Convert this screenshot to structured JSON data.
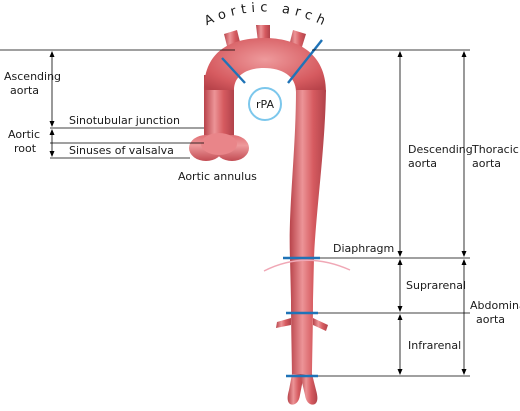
{
  "labels": {
    "aortic_arch": "Aortic arch",
    "ascending_aorta_1": "Ascending",
    "ascending_aorta_2": "aorta",
    "sinotubular_junction": "Sinotubular junction",
    "aortic_root_1": "Aortic",
    "aortic_root_2": "root",
    "sinuses_of_valsalva": "Sinuses of valsalva",
    "aortic_annulus": "Aortic annulus",
    "rpa": "rPA",
    "descending_aorta_1": "Descending",
    "descending_aorta_2": "aorta",
    "thoracic_aorta_1": "Thoracic",
    "thoracic_aorta_2": "aorta",
    "diaphragm": "Diaphragm",
    "suprarenal": "Suprarenal",
    "infrarenal": "Infrarenal",
    "abdominal_aorta_1": "Abdominal",
    "abdominal_aorta_2": "aorta"
  },
  "colors": {
    "aorta_fill": "#d65b60",
    "aorta_highlight": "#ee9a9c",
    "aorta_shadow": "#b8434a",
    "level_marker": "#1f73b7",
    "rpa_circle": "#7cc7ec",
    "diaphragm_arc": "#f0a8b6"
  }
}
